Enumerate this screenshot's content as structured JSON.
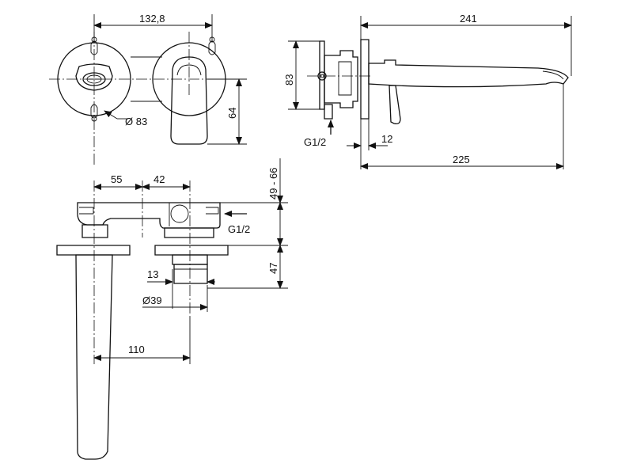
{
  "drawing": {
    "dimensions": {
      "front_width": "132,8",
      "rosette_diameter": "Ø 83",
      "handle_drop": "64",
      "side_total": "241",
      "side_height": "83",
      "side_inlet": "G1/2",
      "side_gap": "12",
      "side_projection": "225",
      "top_left_offset": "55",
      "top_mid_offset": "42",
      "top_depth_range": "49 - 66",
      "top_inlet": "G1/2",
      "top_depth": "47",
      "top_stem": "13",
      "top_diameter": "Ø39",
      "top_spacing": "110"
    }
  }
}
